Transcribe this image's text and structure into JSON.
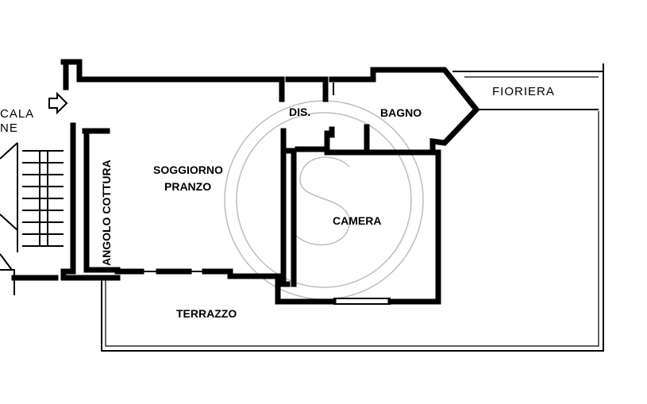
{
  "rooms": {
    "soggiorno_line1": "SOGGIORNO",
    "soggiorno_line2": "PRANZO",
    "angolo_cottura": "ANGOLO COTTURA",
    "dis": "DIS.",
    "bagno": "BAGNO",
    "camera": "CAMERA",
    "terrazzo": "TERRAZZO",
    "fioriera": "FIORIERA"
  },
  "stair": {
    "label_line1": "CALA",
    "label_line2": "NE"
  },
  "icons": {
    "entrance": "entrance-arrow-icon",
    "watermark": "watermark-logo-icon"
  }
}
